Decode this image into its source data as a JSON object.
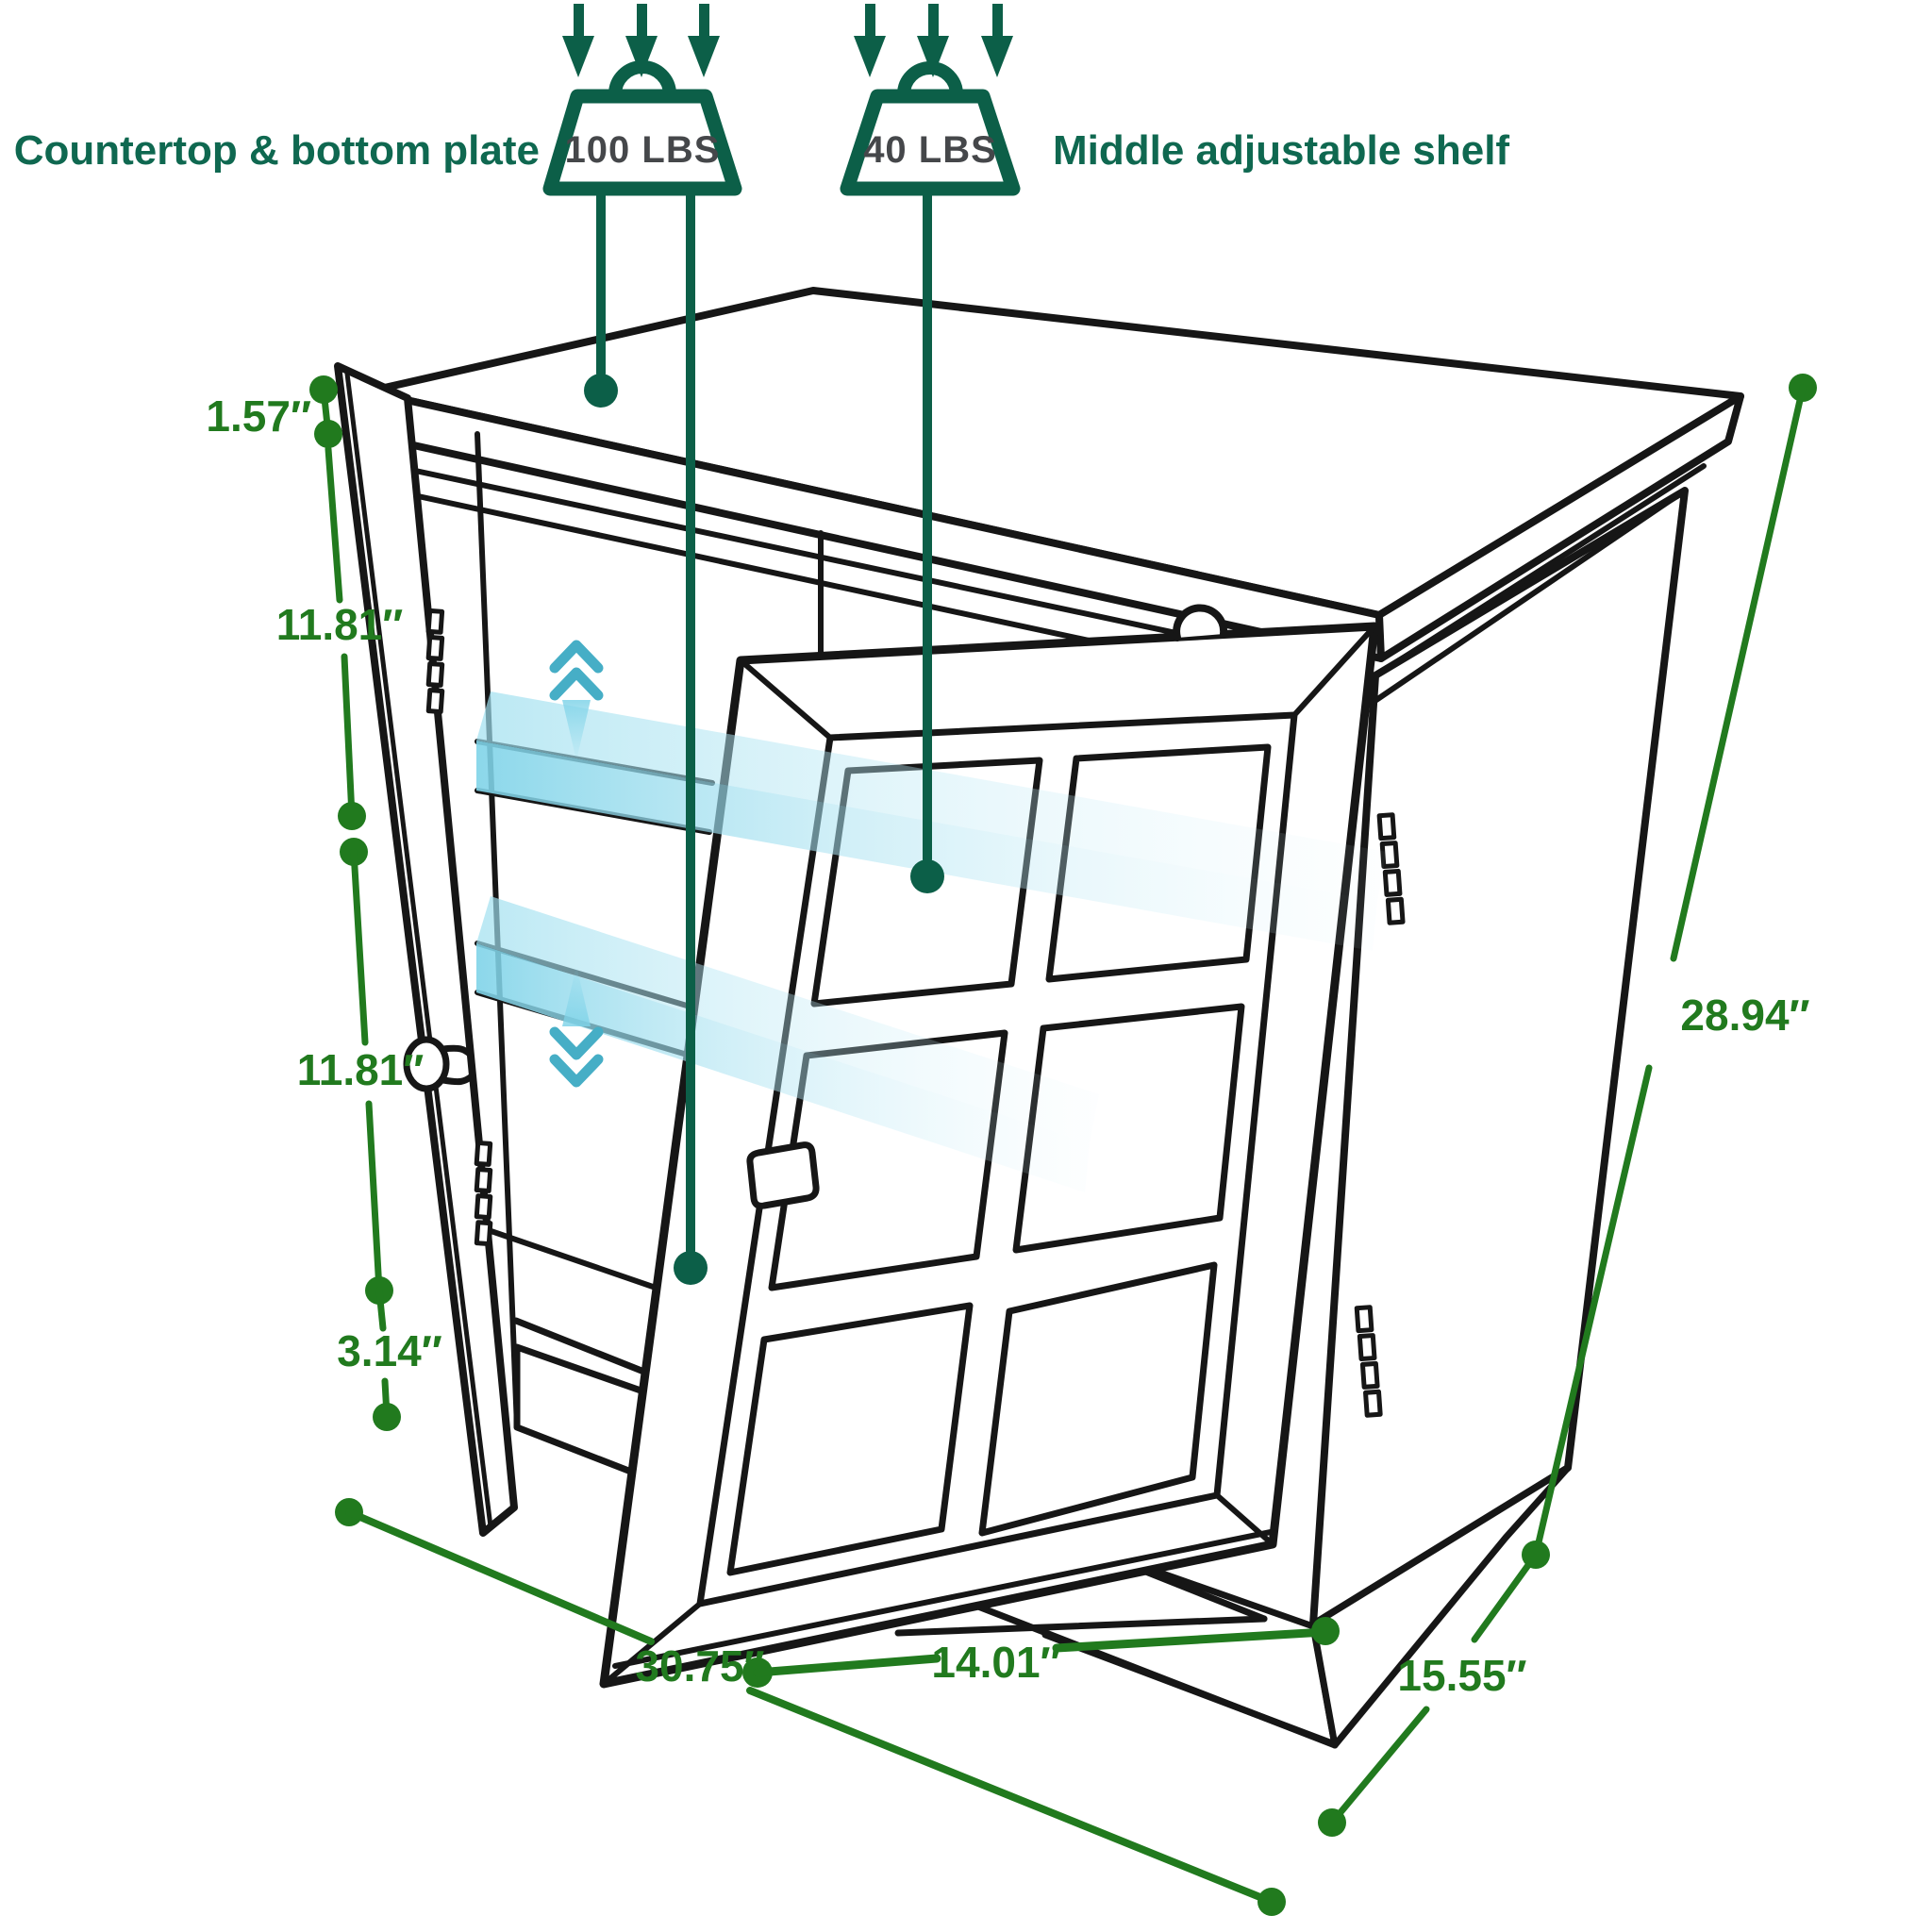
{
  "callouts": {
    "left_label": "Countertop & bottom plate",
    "right_label": "Middle adjustable shelf",
    "weights": [
      {
        "label": "100 LBS",
        "icon": "weight-icon"
      },
      {
        "label": "40 LBS",
        "icon": "weight-icon"
      }
    ]
  },
  "dimensions": {
    "countertop_thickness": "1.57″",
    "upper_inner_height": "11.81″",
    "lower_inner_height": "11.81″",
    "base_height": "3.14″",
    "overall_width": "30.75″",
    "door_width": "14.01″",
    "overall_depth": "15.55″",
    "overall_height": "28.94″"
  },
  "icons": {
    "load": "down-arrow-icon",
    "weight": "weight-icon",
    "shelf_up": "chevrons-up-icon",
    "shelf_down": "chevrons-down-icon",
    "marker": "dimension-dot"
  },
  "colors": {
    "dimension_green": "#217a1e",
    "callout_teal": "#0c5f48",
    "label_text_teal": "#0f6850",
    "weight_text_gray": "#45474a",
    "line_black": "#161616",
    "shelf_cyan": "#7fd3e8",
    "chevron_cyan": "#46aec6"
  }
}
